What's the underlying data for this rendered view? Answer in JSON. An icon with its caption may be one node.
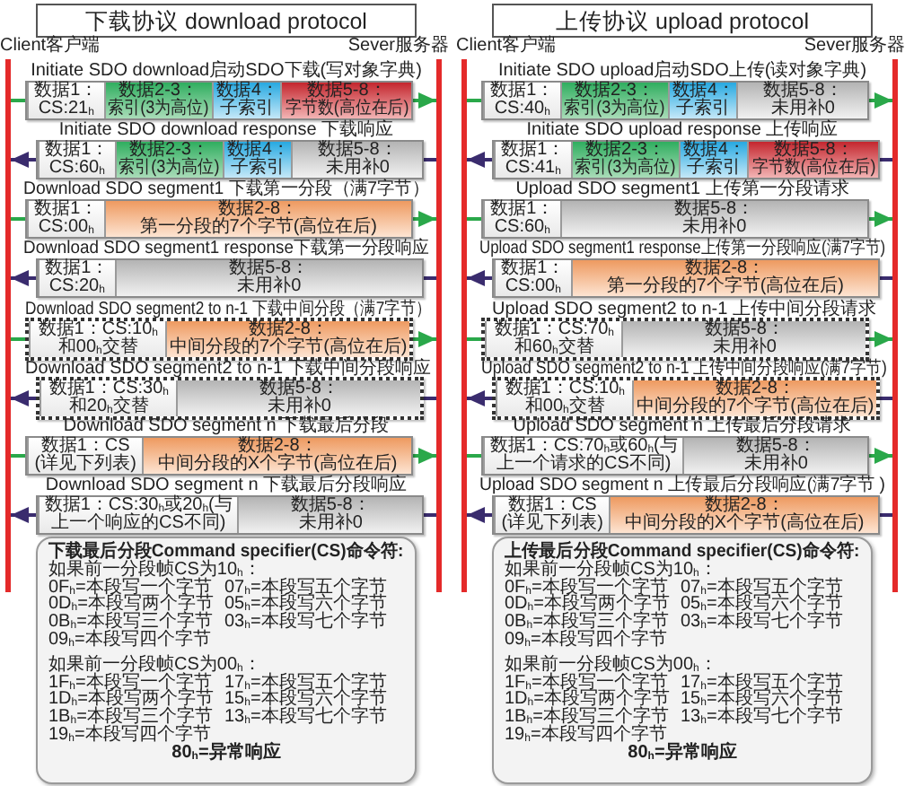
{
  "diagram": {
    "nodes": [
      {
        "text": [
          "下载协议 download protocol"
        ]
      },
      {
        "text": [
          "Client客户端"
        ]
      },
      {
        "text": [
          "Sever服务器"
        ]
      },
      {
        "text": [
          "Initiate SDO download启动SDO下载(写对象字典)"
        ]
      },
      {
        "text": [
          "数据1：",
          "CS:21$_{h}$"
        ],
        "in": 3
      },
      {
        "text": [
          "数据2-3：",
          "索引(3为高位)"
        ],
        "in": 3
      },
      {
        "text": [
          "数据4：",
          "子索引"
        ],
        "in": 3
      },
      {
        "text": [
          "数据5-8：",
          "字节数(高位在后)"
        ],
        "in": 3
      },
      {
        "text": [
          "Initiate SDO download response 下载响应"
        ]
      },
      {
        "text": [
          "数据1：",
          "CS:60$_{h}$"
        ],
        "in": 8
      },
      {
        "text": [
          "数据2-3：",
          "索引(3为高位)"
        ],
        "in": 8
      },
      {
        "text": [
          "数据4：",
          "子索引"
        ],
        "in": 8
      },
      {
        "text": [
          "数据5-8：",
          "未用补0"
        ],
        "in": 8
      },
      {
        "text": [
          "Download SDO segment1 下载第一分段（满7字节）"
        ]
      },
      {
        "text": [
          "数据1：",
          "CS:00$_{h}$"
        ],
        "in": 13
      },
      {
        "text": [
          "数据2-8：",
          "第一分段的7个字节(高位在后)"
        ],
        "in": 13
      },
      {
        "text": [
          "Download SDO segment1 response下载第一分段响应"
        ]
      },
      {
        "text": [
          "数据1：",
          "CS:20$_{h}$"
        ],
        "in": 16
      },
      {
        "text": [
          "数据5-8：",
          "未用补0"
        ],
        "in": 16
      },
      {
        "text": [
          "Download SDO segment2 to n-1 下载中间分段（满7字节）"
        ]
      },
      {
        "text": [
          "数据1：CS:10$_{h}$和00$_{h}$交替"
        ],
        "in": 19
      },
      {
        "text": [
          "数据2-8：",
          "中间分段的7个字节(高位在后)"
        ],
        "in": 19
      },
      {
        "text": [
          "Download SDO segment2 to n-1 下载中间分段响应"
        ]
      },
      {
        "text": [
          "数据1：CS:30$_{h}$和20$_{h}$交替"
        ],
        "in": 22
      },
      {
        "text": [
          "数据5-8：",
          "未用补0"
        ],
        "in": 22
      },
      {
        "text": [
          "Download SDO segment n 下载最后分段"
        ]
      },
      {
        "text": [
          "数据1：CS",
          "(详见下列表)"
        ],
        "in": 25
      },
      {
        "text": [
          "数据2-8：",
          "中间分段的X个字节(高位在后)"
        ],
        "in": 25
      },
      {
        "text": [
          "Download SDO segment n 下载最后分段响应"
        ]
      },
      {
        "text": [
          "数据1：CS:30$_{h}$或20$_{h}$(与上一个响应的CS不同)"
        ],
        "in": 28
      },
      {
        "text": [
          "数据5-8：",
          "未用补0"
        ],
        "in": 28
      },
      {
        "text": [
          "下载最后分段Command specifier(CS)命令符:",
          "如果前一分段帧CS为10$_{h}$：",
          "0F$_{h}$=本段写一个字节",
          "07$_{h}$=本段写五个字节",
          "0D$_{h}$=本段写两个字节",
          "05$_{h}$=本段写六个字节",
          "0B$_{h}$=本段写三个字节",
          "03$_{h}$=本段写七个字节",
          "09$_{h}$=本段写四个字节",
          "如果前一分段帧CS为00$_{h}$：",
          "1F$_{h}$=本段写一个字节",
          "17$_{h}$=本段写五个字节",
          "1D$_{h}$=本段写两个字节",
          "15$_{h}$=本段写六个字节",
          "1B$_{h}$=本段写三个字节",
          "13$_{h}$=本段写七个字节",
          "19$_{h}$=本段写四个字节",
          "80$_{h}$=异常响应"
        ]
      },
      {
        "text": [
          "上传协议 upload protocol"
        ]
      },
      {
        "text": [
          "Client客户端"
        ]
      },
      {
        "text": [
          "Sever服务器"
        ]
      },
      {
        "text": [
          "Initiate SDO upload启动SDO上传(读对象字典)"
        ]
      },
      {
        "text": [
          "数据1：",
          "CS:40$_{h}$"
        ],
        "in": 35
      },
      {
        "text": [
          "数据2-3：",
          "索引(3为高位)"
        ],
        "in": 35
      },
      {
        "text": [
          "数据4：",
          "子索引"
        ],
        "in": 35
      },
      {
        "text": [
          "数据5-8：",
          "未用补0"
        ],
        "in": 35
      },
      {
        "text": [
          "Initiate SDO upload response 上传响应"
        ]
      },
      {
        "text": [
          "数据1：",
          "CS:41$_{h}$"
        ],
        "in": 40
      },
      {
        "text": [
          "数据2-3：",
          "索引(3为高位)"
        ],
        "in": 40
      },
      {
        "text": [
          "数据4：",
          "子索引"
        ],
        "in": 40
      },
      {
        "text": [
          "数据5-8：",
          "字节数(高位在后)"
        ],
        "in": 40
      },
      {
        "text": [
          "Upload SDO segment1 上传第一分段请求"
        ]
      },
      {
        "text": [
          "数据1：",
          "CS:60$_{h}$"
        ],
        "in": 45
      },
      {
        "text": [
          "数据5-8：",
          "未用补0"
        ],
        "in": 45
      },
      {
        "text": [
          "Upload SDO segment1 response上传第一分段响应(满7字节)"
        ]
      },
      {
        "text": [
          "数据1：",
          "CS:00$_{h}$"
        ],
        "in": 48
      },
      {
        "text": [
          "数据2-8：",
          "第一分段的7个字节(高位在后)"
        ],
        "in": 48
      },
      {
        "text": [
          "Upload SDO segment2 to n-1 上传中间分段请求"
        ]
      },
      {
        "text": [
          "数据1：CS:70$_{h}$和60$_{h}$交替"
        ],
        "in": 51
      },
      {
        "text": [
          "数据5-8：",
          "未用补0"
        ],
        "in": 51
      },
      {
        "text": [
          "Upload SDO segment2 to n-1 上传中间分段响应(满7字节)"
        ]
      },
      {
        "text": [
          "数据1：CS:10$_{h}$和00$_{h}$交替"
        ],
        "in": 54
      },
      {
        "text": [
          "数据2-8：",
          "中间分段的7个字节(高位在后)"
        ],
        "in": 54
      },
      {
        "text": [
          "Upload SDO segment n 上传最后分段请求"
        ]
      },
      {
        "text": [
          "数据1：CS:70$_{h}$或60$_{h}$(与上一个请求的CS不同)"
        ],
        "in": 57
      },
      {
        "text": [
          "数据5-8：",
          "未用补0"
        ],
        "in": 57
      },
      {
        "text": [
          "Upload SDO segment n 上传最后分段响应(满7字节 )"
        ]
      },
      {
        "text": [
          "数据1：CS",
          "(详见下列表)"
        ],
        "in": 60
      },
      {
        "text": [
          "数据2-8：",
          "中间分段的X个字节(高位在后)"
        ],
        "in": 60
      },
      {
        "text": [
          "上传最后分段Command specifier(CS)命令符:",
          "如果前一分段帧CS为10$_{h}$：",
          "0F$_{h}$=本段写一个字节",
          "07$_{h}$=本段写五个字节",
          "0D$_{h}$=本段写两个字节",
          "05$_{h}$=本段写六个字节",
          "0B$_{h}$=本段写三个字节",
          "03$_{h}$=本段写七个字节",
          "09$_{h}$=本段写四个字节",
          "如果前一分段帧CS为00$_{h}$：",
          "1F$_{h}$=本段写一个字节",
          "17$_{h}$=本段写五个字节",
          "1D$_{h}$=本段写两个字节",
          "15$_{h}$=本段写六个字节",
          "1B$_{h}$=本段写三个字节",
          "13$_{h}$=本段写七个字节",
          "19$_{h}$=本段写四个字节",
          "80$_{h}$=异常响应"
        ]
      }
    ],
    "edges": [
      {
        "from": 1,
        "to": 3,
        "arrow": "none",
        "color": "#2aa84a"
      },
      {
        "from": 3,
        "to": 2,
        "arrow": "to",
        "color": "#2aa84a"
      },
      {
        "from": 2,
        "to": 8,
        "arrow": "none",
        "color": "#3a2c6e"
      },
      {
        "from": 8,
        "to": 1,
        "arrow": "to",
        "color": "#3a2c6e"
      },
      {
        "from": 1,
        "to": 13,
        "arrow": "none",
        "color": "#2aa84a"
      },
      {
        "from": 13,
        "to": 2,
        "arrow": "to",
        "color": "#2aa84a"
      },
      {
        "from": 2,
        "to": 16,
        "arrow": "none",
        "color": "#3a2c6e"
      },
      {
        "from": 16,
        "to": 1,
        "arrow": "to",
        "color": "#3a2c6e"
      },
      {
        "from": 1,
        "to": 19,
        "arrow": "none",
        "color": "#2aa84a"
      },
      {
        "from": 19,
        "to": 2,
        "arrow": "to",
        "color": "#2aa84a"
      },
      {
        "from": 2,
        "to": 22,
        "arrow": "none",
        "color": "#3a2c6e"
      },
      {
        "from": 22,
        "to": 1,
        "arrow": "to",
        "color": "#3a2c6e"
      },
      {
        "from": 1,
        "to": 25,
        "arrow": "none",
        "color": "#2aa84a"
      },
      {
        "from": 25,
        "to": 2,
        "arrow": "to",
        "color": "#2aa84a"
      },
      {
        "from": 2,
        "to": 28,
        "arrow": "none",
        "color": "#3a2c6e"
      },
      {
        "from": 28,
        "to": 1,
        "arrow": "to",
        "color": "#3a2c6e"
      },
      {
        "from": 33,
        "to": 35,
        "arrow": "none",
        "color": "#2aa84a"
      },
      {
        "from": 35,
        "to": 34,
        "arrow": "to",
        "color": "#2aa84a"
      },
      {
        "from": 34,
        "to": 40,
        "arrow": "none",
        "color": "#3a2c6e"
      },
      {
        "from": 40,
        "to": 33,
        "arrow": "to",
        "color": "#3a2c6e"
      },
      {
        "from": 33,
        "to": 45,
        "arrow": "none",
        "color": "#2aa84a"
      },
      {
        "from": 45,
        "to": 34,
        "arrow": "to",
        "color": "#2aa84a"
      },
      {
        "from": 34,
        "to": 48,
        "arrow": "none",
        "color": "#3a2c6e"
      },
      {
        "from": 48,
        "to": 33,
        "arrow": "to",
        "color": "#3a2c6e"
      },
      {
        "from": 33,
        "to": 51,
        "arrow": "none",
        "color": "#2aa84a"
      },
      {
        "from": 51,
        "to": 34,
        "arrow": "to",
        "color": "#2aa84a"
      },
      {
        "from": 34,
        "to": 54,
        "arrow": "none",
        "color": "#3a2c6e"
      },
      {
        "from": 54,
        "to": 33,
        "arrow": "to",
        "color": "#3a2c6e"
      },
      {
        "from": 33,
        "to": 57,
        "arrow": "none",
        "color": "#2aa84a"
      },
      {
        "from": 57,
        "to": 34,
        "arrow": "to",
        "color": "#2aa84a"
      },
      {
        "from": 34,
        "to": 60,
        "arrow": "none",
        "color": "#3a2c6e"
      },
      {
        "from": 60,
        "to": 33,
        "arrow": "to",
        "color": "#3a2c6e"
      }
    ]
  }
}
